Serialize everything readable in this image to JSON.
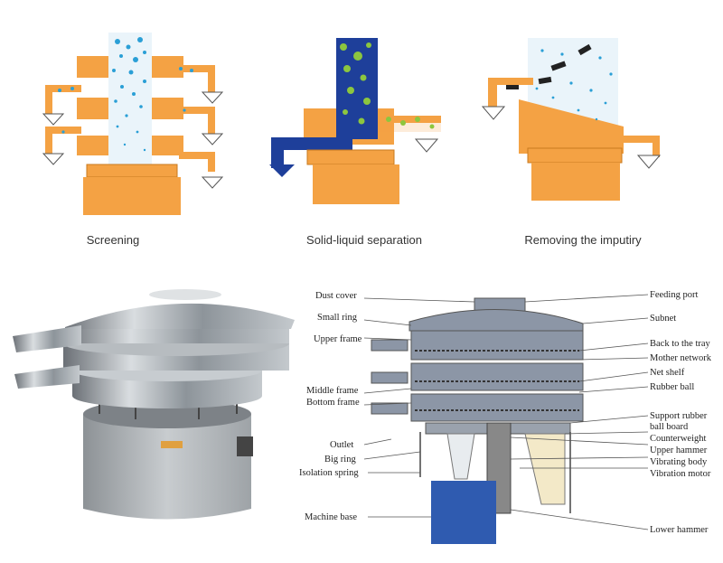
{
  "captions": {
    "screening": "Screening",
    "solid_liquid": "Solid-liquid separation",
    "removing": "Removing the imputiry"
  },
  "left_labels": [
    {
      "key": "dust_cover",
      "text": "Dust cover"
    },
    {
      "key": "small_ring",
      "text": "Small ring"
    },
    {
      "key": "upper_frame",
      "text": "Upper frame"
    },
    {
      "key": "middle_frame",
      "text": "Middle frame"
    },
    {
      "key": "bottom_frame",
      "text": "Bottom frame"
    },
    {
      "key": "outlet",
      "text": "Outlet"
    },
    {
      "key": "big_ring",
      "text": "Big ring"
    },
    {
      "key": "isolation_spring",
      "text": "Isolation spring"
    },
    {
      "key": "machine_base",
      "text": "Machine base"
    }
  ],
  "right_labels": [
    {
      "key": "feeding_port",
      "text": "Feeding port"
    },
    {
      "key": "subnet",
      "text": "Subnet"
    },
    {
      "key": "back_to_tray",
      "text": "Back to the tray"
    },
    {
      "key": "mother_network",
      "text": "Mother network"
    },
    {
      "key": "net_shelf",
      "text": "Net shelf"
    },
    {
      "key": "rubber_ball",
      "text": "Rubber ball"
    },
    {
      "key": "support_rubber_1",
      "text": "Support rubber"
    },
    {
      "key": "support_rubber_2",
      "text": "ball board"
    },
    {
      "key": "counterweight",
      "text": "Counterweight"
    },
    {
      "key": "upper_hammer",
      "text": "Upper hammer"
    },
    {
      "key": "vibrating_body",
      "text": "Vibrating body"
    },
    {
      "key": "vibration_motor",
      "text": "Vibration motor"
    },
    {
      "key": "lower_hammer",
      "text": "Lower hammer"
    }
  ],
  "colors": {
    "orange": "#f4a244",
    "orange_dark": "#c97a1e",
    "blue_dot": "#2a9fd6",
    "navy": "#1e3f9a",
    "green_dot": "#8cc63f",
    "steel": "#a9b0b6",
    "diagram_gray": "#8c96a6",
    "base_blue": "#2f5bb0"
  }
}
